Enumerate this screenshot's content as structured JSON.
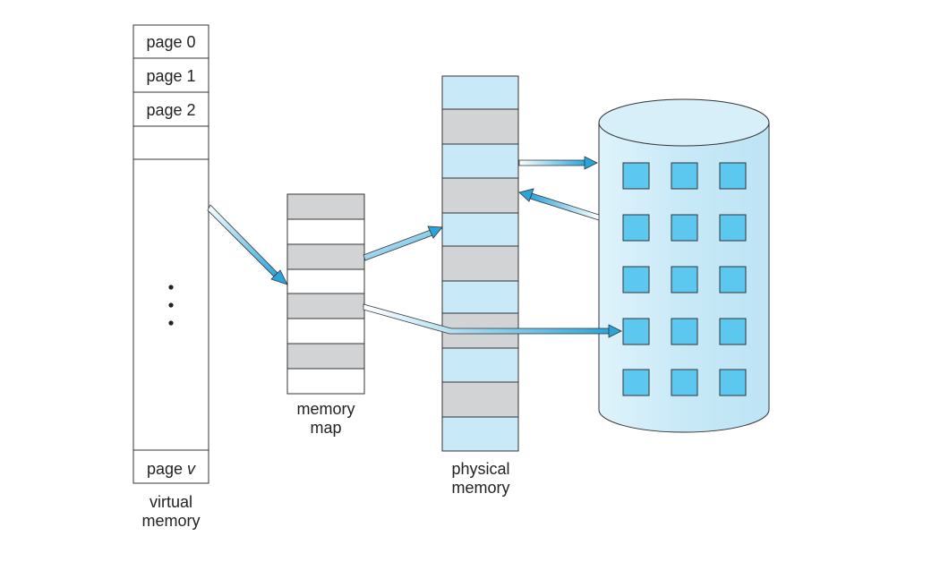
{
  "virtual_memory": {
    "caption_line1": "virtual",
    "caption_line2": "memory",
    "pages": [
      "page 0",
      "page 1",
      "page 2"
    ],
    "last_page_prefix": "page ",
    "last_page_var": "v"
  },
  "memory_map": {
    "caption_line1": "memory",
    "caption_line2": "map"
  },
  "physical_memory": {
    "caption_line1": "physical",
    "caption_line2": "memory"
  },
  "colors": {
    "frame_light": "#c8e9f7",
    "frame_gray": "#d2d3d5",
    "disk_body": "#c8e9f7",
    "disk_block": "#5cc8ef",
    "arrow": "#3aaee0",
    "outline": "#333333"
  }
}
